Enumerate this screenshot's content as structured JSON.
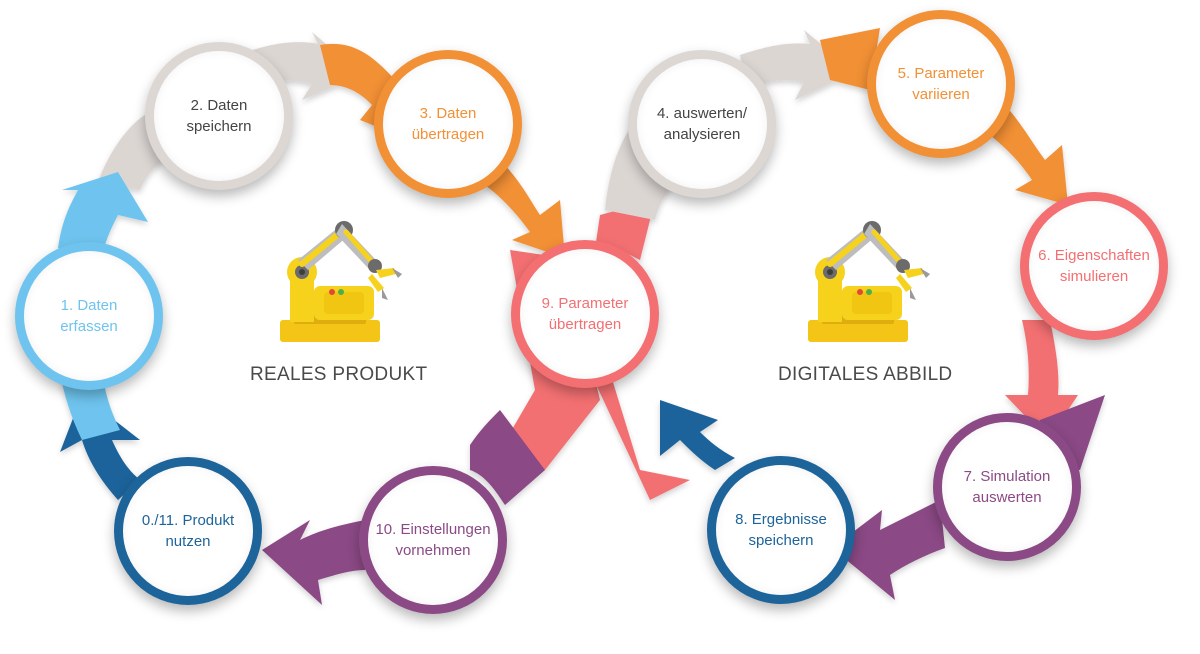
{
  "colors": {
    "light_blue": "#6ec4ee",
    "dark_blue": "#1d649b",
    "purple": "#8b4a85",
    "coral": "#f36f72",
    "orange": "#f29035",
    "gray": "#d9d4d1",
    "text_gray": "#444444"
  },
  "left_title": "REALES PRODUKT",
  "right_title": "DIGITALES ABBILD",
  "nodes": {
    "n1": {
      "line1": "1. Daten",
      "line2": "erfassen"
    },
    "n2": {
      "line1": "2. Daten",
      "line2": "speichern"
    },
    "n3": {
      "line1": "3. Daten",
      "line2": "übertragen"
    },
    "n4": {
      "line1": "4. auswerten/",
      "line2": "analysieren"
    },
    "n5": {
      "line1": "5. Parameter",
      "line2": "variieren"
    },
    "n6": {
      "line1": "6. Eigenschaften",
      "line2": "simulieren"
    },
    "n7": {
      "line1": "7. Simulation",
      "line2": "auswerten"
    },
    "n8": {
      "line1": "8. Ergebnisse",
      "line2": "speichern"
    },
    "n9": {
      "line1": "9. Parameter",
      "line2": "übertragen"
    },
    "n10": {
      "line1": "10. Einstellungen",
      "line2": "vornehmen"
    },
    "n0": {
      "line1": "0./11. Produkt",
      "line2": "nutzen"
    }
  },
  "icons": {
    "left": "robot-arm-icon",
    "right": "robot-arm-icon"
  }
}
